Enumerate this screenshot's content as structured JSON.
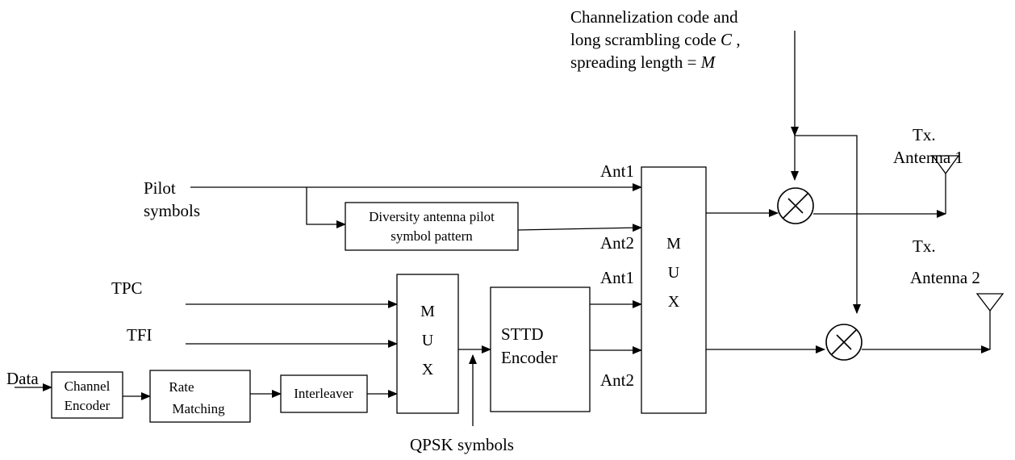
{
  "spreading_code": {
    "line1": "Channelization code and",
    "line2_prefix": "long scrambling code ",
    "line2_var": "C",
    "line2_suffix": " ,",
    "line3_prefix": "spreading length = ",
    "line3_var": "M"
  },
  "inputs": {
    "pilot_line1": "Pilot",
    "pilot_line2": "symbols",
    "tpc": "TPC",
    "tfi": "TFI",
    "data": "Data"
  },
  "blocks": {
    "diversity_line1": "Diversity antenna pilot",
    "diversity_line2": "symbol pattern",
    "channel_encoder_line1": "Channel",
    "channel_encoder_line2": "Encoder",
    "rate_matching_line1": "Rate",
    "rate_matching_line2": "Matching",
    "interleaver": "Interleaver",
    "mux1": [
      "M",
      "U",
      "X"
    ],
    "stte_line1": "STTD",
    "stte_line2": "Encoder",
    "mux2": [
      "M",
      "U",
      "X"
    ]
  },
  "port_labels": {
    "ant1_top": "Ant1",
    "ant2_top": "Ant2",
    "ant1_bottom": "Ant1",
    "ant2_bottom": "Ant2"
  },
  "qpsk": "QPSK symbols",
  "outputs": {
    "tx1_line1": "Tx.",
    "tx1_line2": "Antenna 1",
    "tx2_line1": "Tx.",
    "tx2_line2": "Antenna 2"
  }
}
